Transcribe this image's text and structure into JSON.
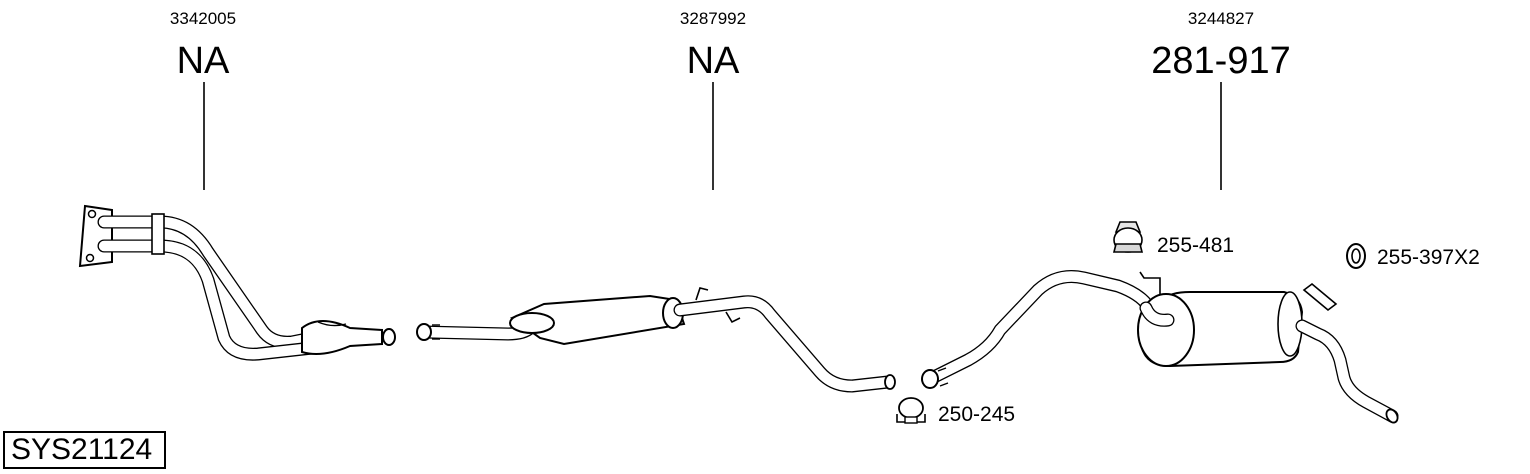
{
  "parts": [
    {
      "oe_number": "3342005",
      "part_number": "NA"
    },
    {
      "oe_number": "3287992",
      "part_number": "NA"
    },
    {
      "oe_number": "3244827",
      "part_number": "281-917"
    }
  ],
  "accessories": {
    "rubber_mount": "255-481",
    "rubber_ring": "255-397X2",
    "clamp": "250-245"
  },
  "system_id": "SYS21124"
}
